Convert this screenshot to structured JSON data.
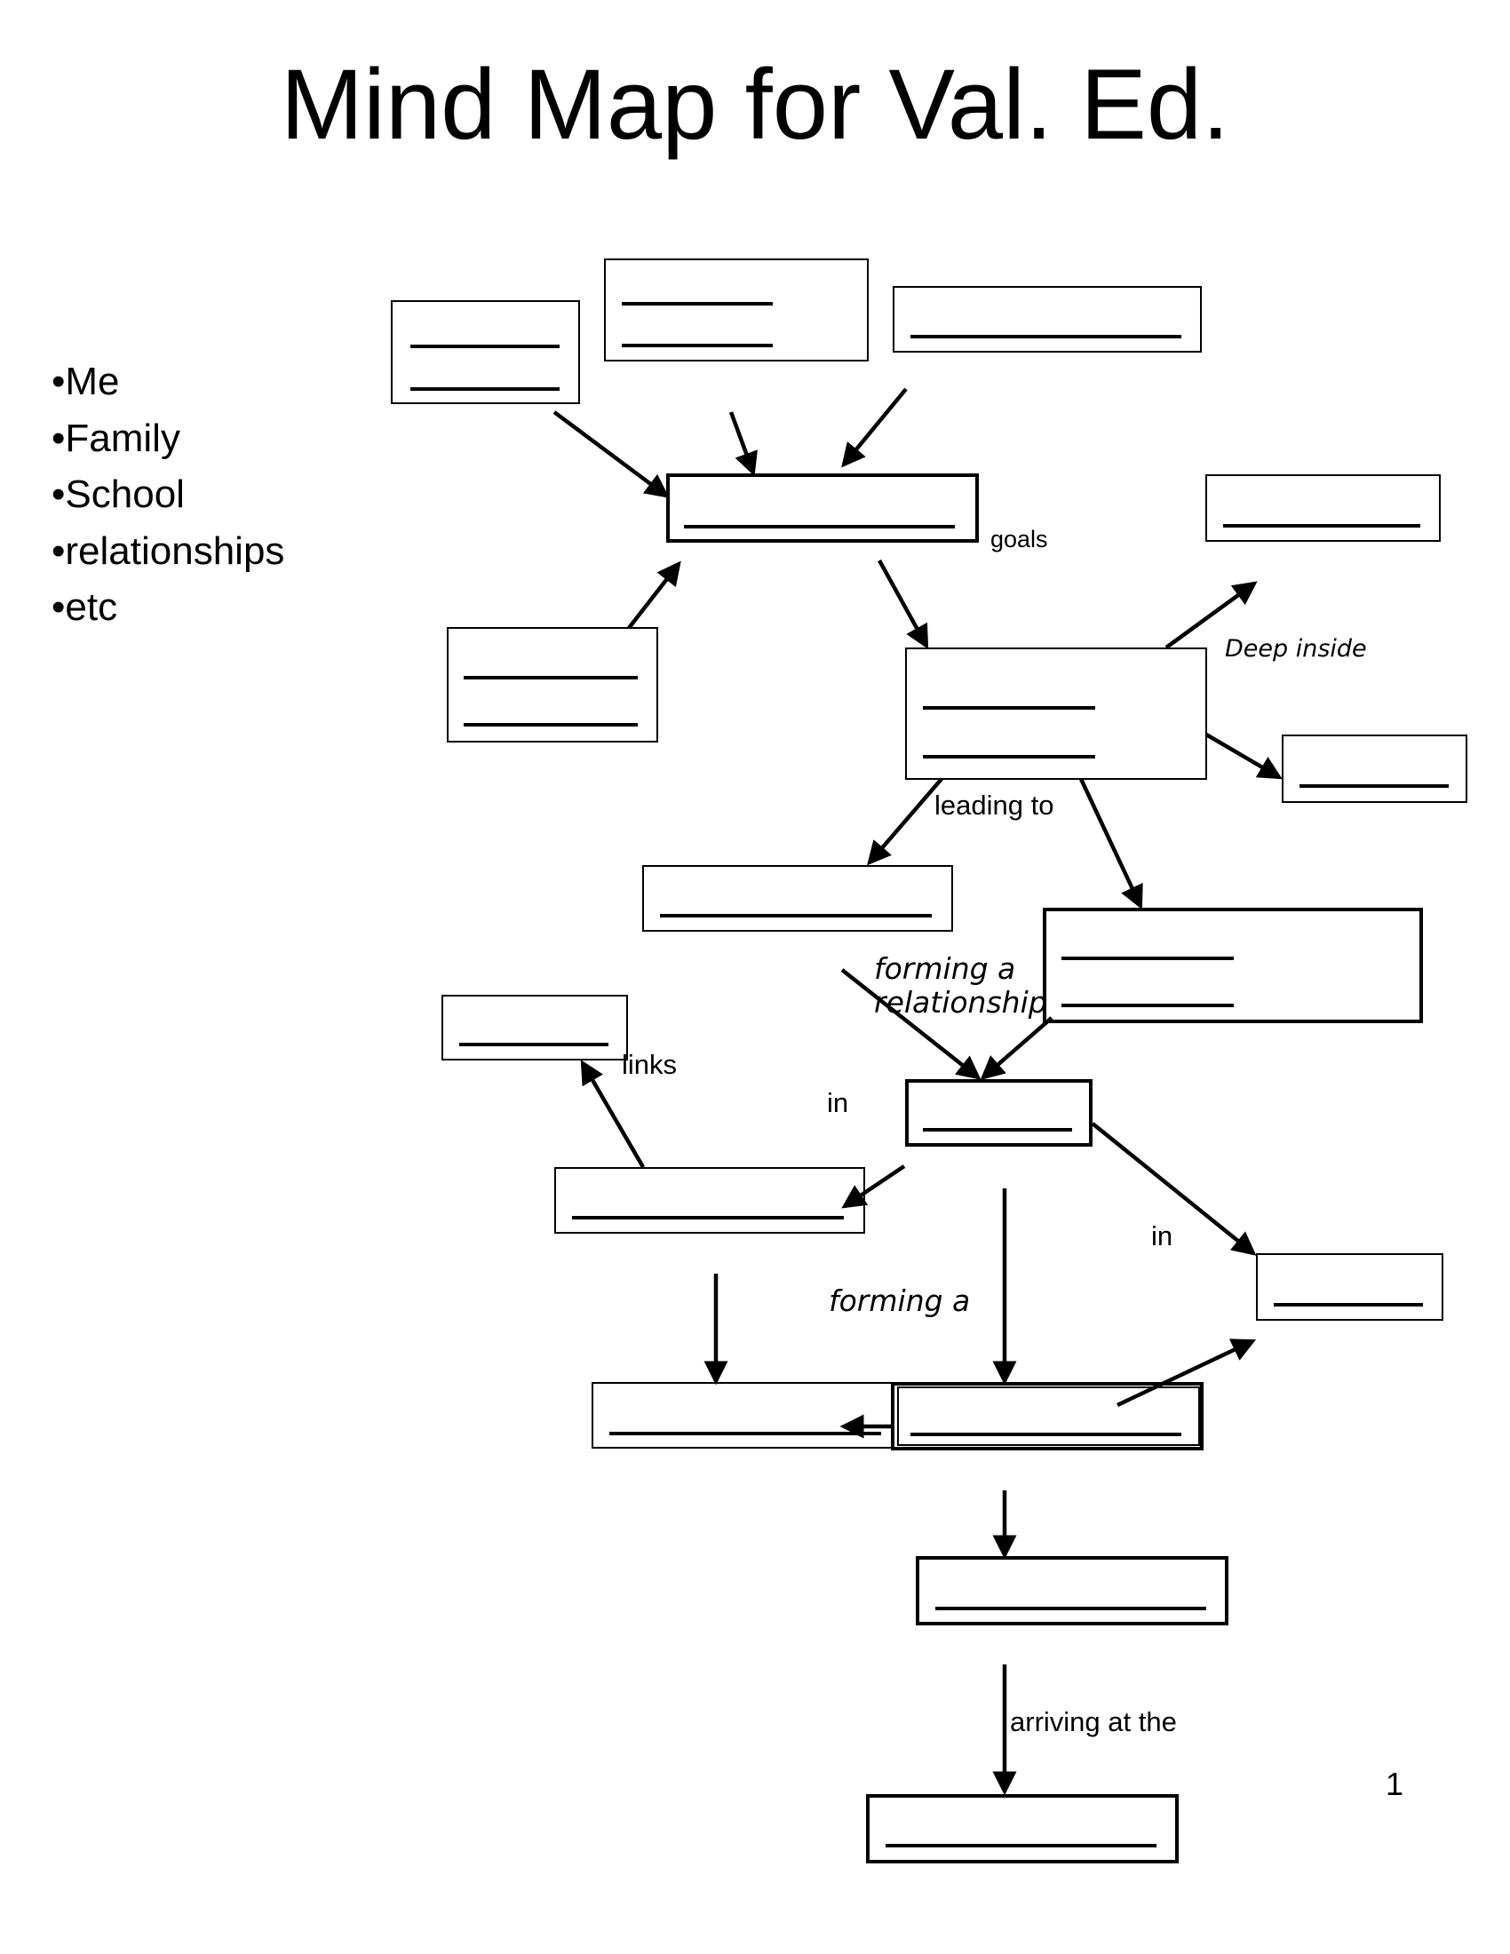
{
  "title": "Mind Map for Val. Ed.",
  "topics": [
    "•Me",
    "•Family",
    "•School",
    "•relationships",
    "•etc"
  ],
  "page_number": "1",
  "labels": {
    "goals": "goals",
    "deep_inside": "Deep inside",
    "leading_to": "leading to",
    "forming_a_relationship_line1": "forming a",
    "forming_a_relationship_line2": "relationship",
    "links": "links",
    "in_left": "in",
    "in_right": "in",
    "forming_a": "forming a",
    "arriving_at_the": "arriving at the"
  }
}
